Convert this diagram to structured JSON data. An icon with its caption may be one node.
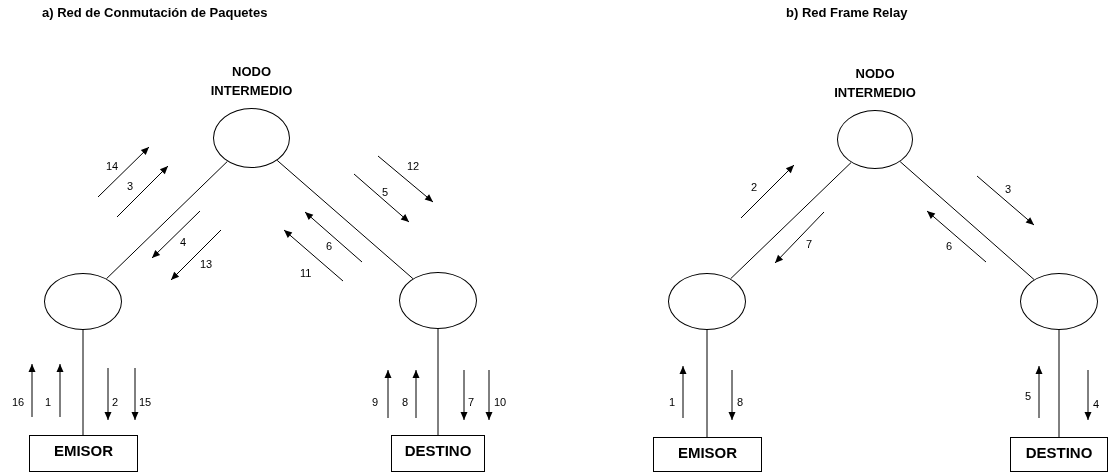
{
  "diagram": {
    "nodes": [
      {
        "text": [
          "NODO INTERMEDIO"
        ]
      },
      {
        "text": [],
        "shape": "circle"
      },
      {
        "text": [],
        "shape": "circle"
      },
      {
        "text": [
          "EMISOR"
        ]
      },
      {
        "text": [
          "DESTINO"
        ]
      },
      {
        "text": [
          "NODO INTERMEDIO"
        ]
      },
      {
        "text": [],
        "shape": "circle"
      },
      {
        "text": [],
        "shape": "circle"
      },
      {
        "text": [
          "EMISOR"
        ]
      },
      {
        "text": [
          "DESTINO"
        ]
      }
    ],
    "edges": [
      {
        "from": 0,
        "to": 1,
        "arrow": "none"
      },
      {
        "from": 0,
        "to": 2,
        "arrow": "none"
      },
      {
        "from": 1,
        "to": 3,
        "arrow": "none"
      },
      {
        "from": 2,
        "to": 4,
        "arrow": "none"
      },
      {
        "from": 5,
        "to": 6,
        "arrow": "none"
      },
      {
        "from": 5,
        "to": 7,
        "arrow": "none"
      },
      {
        "from": 6,
        "to": 8,
        "arrow": "none"
      },
      {
        "from": 7,
        "to": 9,
        "arrow": "none"
      }
    ],
    "labels": [
      "a) Red de Conmutación de Paquetes",
      "b) Red Frame Relay",
      "14",
      "12",
      "3",
      "5",
      "4",
      "6",
      "13",
      "11",
      "16",
      "1",
      "2",
      "15",
      "9",
      "8",
      "7",
      "10",
      "2",
      "3",
      "7",
      "6",
      "1",
      "8",
      "5",
      "4"
    ]
  }
}
